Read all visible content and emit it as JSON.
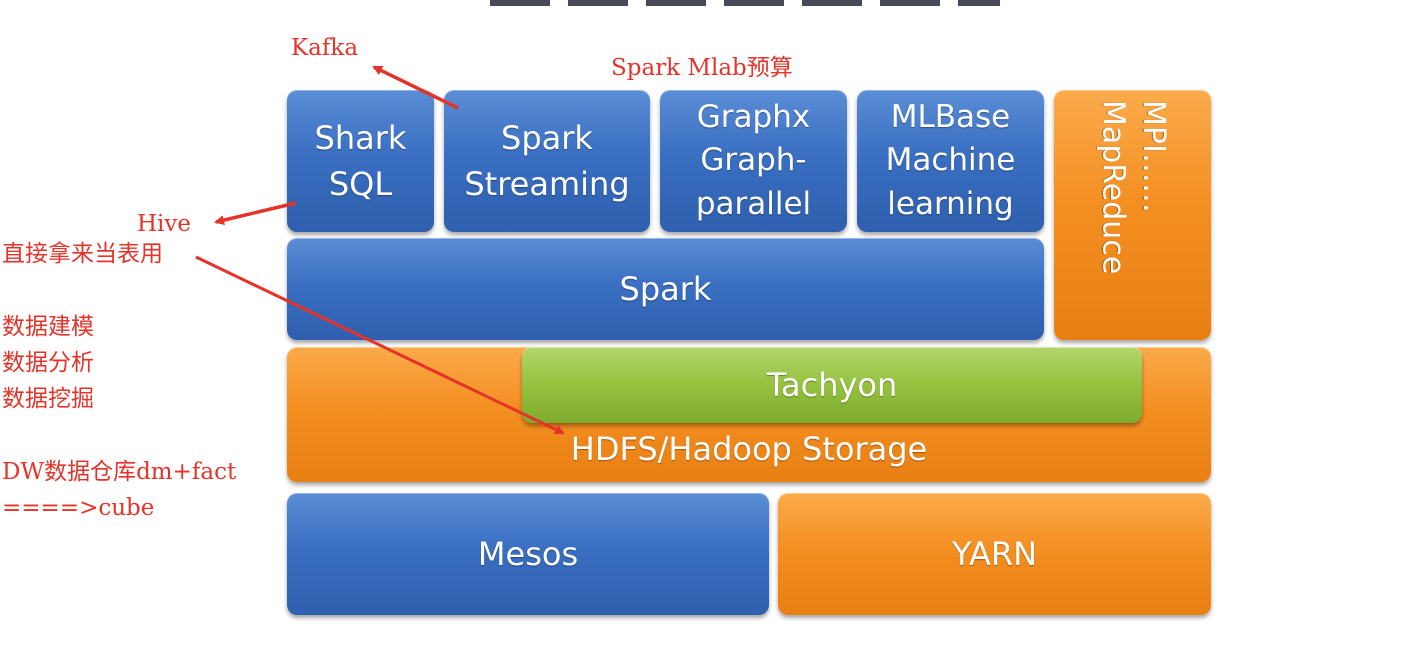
{
  "diagram": {
    "blocks": {
      "shark": "Shark\nSQL",
      "spark_streaming": "Spark\nStreaming",
      "graphx": "Graphx\nGraph-\nparallel",
      "mlbase": "MLBase\nMachine\nlearning",
      "spark": "Spark",
      "mpi": "MPI……\nMapReduce",
      "tachyon": "Tachyon",
      "hdfs": "HDFS/Hadoop Storage",
      "mesos": "Mesos",
      "yarn": "YARN"
    },
    "colors": {
      "blue": "#3a6fc2",
      "orange": "#f48f22",
      "green": "#95c23f",
      "annotation": "#e5332a"
    }
  },
  "annotations": {
    "kafka": "Kafka",
    "spark_mlab": "Spark Mlab预算",
    "hive": "Hive",
    "table_use": "直接拿来当表用",
    "data_tasks": [
      "数据建模",
      "数据分析",
      "数据挖掘"
    ],
    "dw_lines": [
      "DW数据仓库dm+fact",
      "====>cube"
    ]
  }
}
